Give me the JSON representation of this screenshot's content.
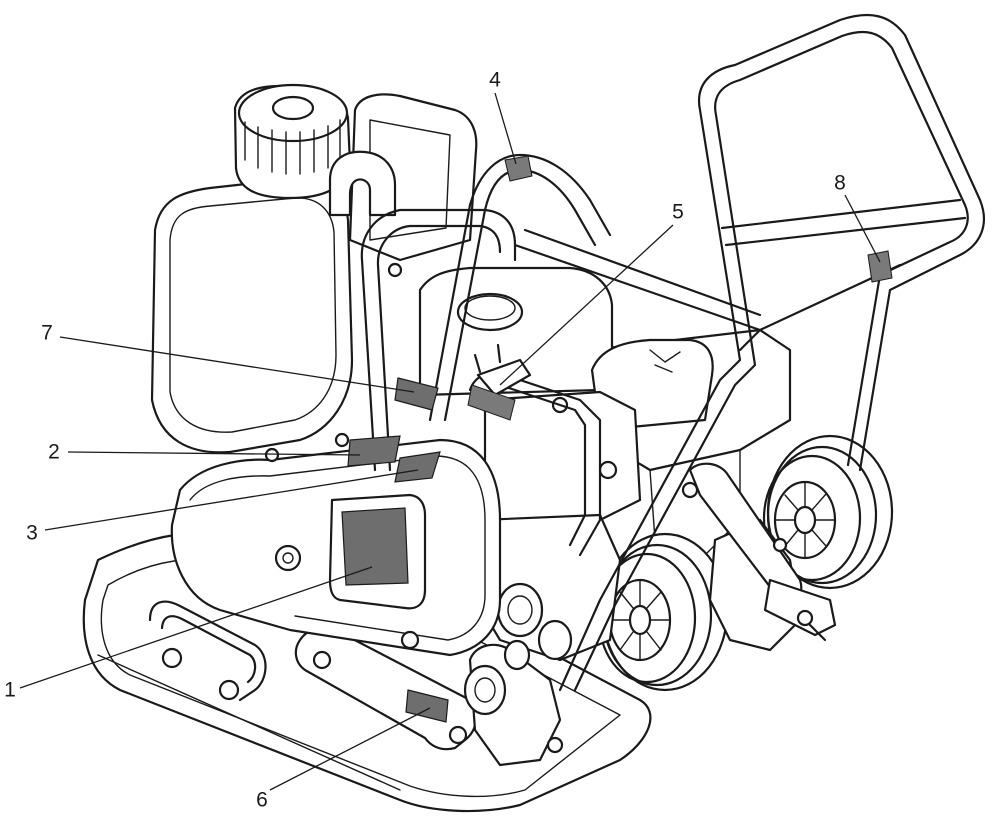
{
  "callouts": [
    {
      "id": "1",
      "label": "1"
    },
    {
      "id": "2",
      "label": "2"
    },
    {
      "id": "3",
      "label": "3"
    },
    {
      "id": "4",
      "label": "4"
    },
    {
      "id": "5",
      "label": "5"
    },
    {
      "id": "6",
      "label": "6"
    },
    {
      "id": "7",
      "label": "7"
    },
    {
      "id": "8",
      "label": "8"
    }
  ],
  "colors": {
    "line": "#1a1a1a",
    "decal": "#6e6e6e",
    "background": "#ffffff"
  }
}
